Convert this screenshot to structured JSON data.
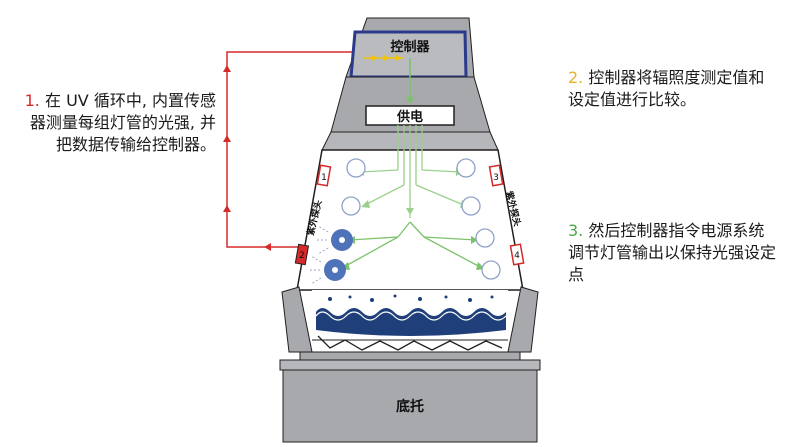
{
  "notes": {
    "note1": {
      "num": "1.",
      "text": "在 UV 循环中, 内置传感器测量每组灯管的光强, 并把数据传输给控制器。"
    },
    "note2": {
      "num": "2.",
      "text": "控制器将辐照度测定值和设定值进行比较。"
    },
    "note3": {
      "num": "3.",
      "text": "然后控制器指令电源系统调节灯管输出以保持光强设定点"
    }
  },
  "labels": {
    "controller": "控制器",
    "power": "供电",
    "base": "底托",
    "sensor_left": "紫外探头",
    "sensor_right": "紫外探头",
    "sensor_num_1": "1",
    "sensor_num_2": "2",
    "sensor_num_3": "3",
    "sensor_num_4": "4"
  },
  "colors": {
    "cabinet_gray": "#a7a9ac",
    "dark_outline": "#231f20",
    "controller_blue": "#2b3a8c",
    "arrow_red": "#d62a2a",
    "signal_yellow": "#f2c200",
    "flow_green": "#7cc26b",
    "lamp_blue": "#4f73b8",
    "water_blue": "#1f3f7a"
  }
}
